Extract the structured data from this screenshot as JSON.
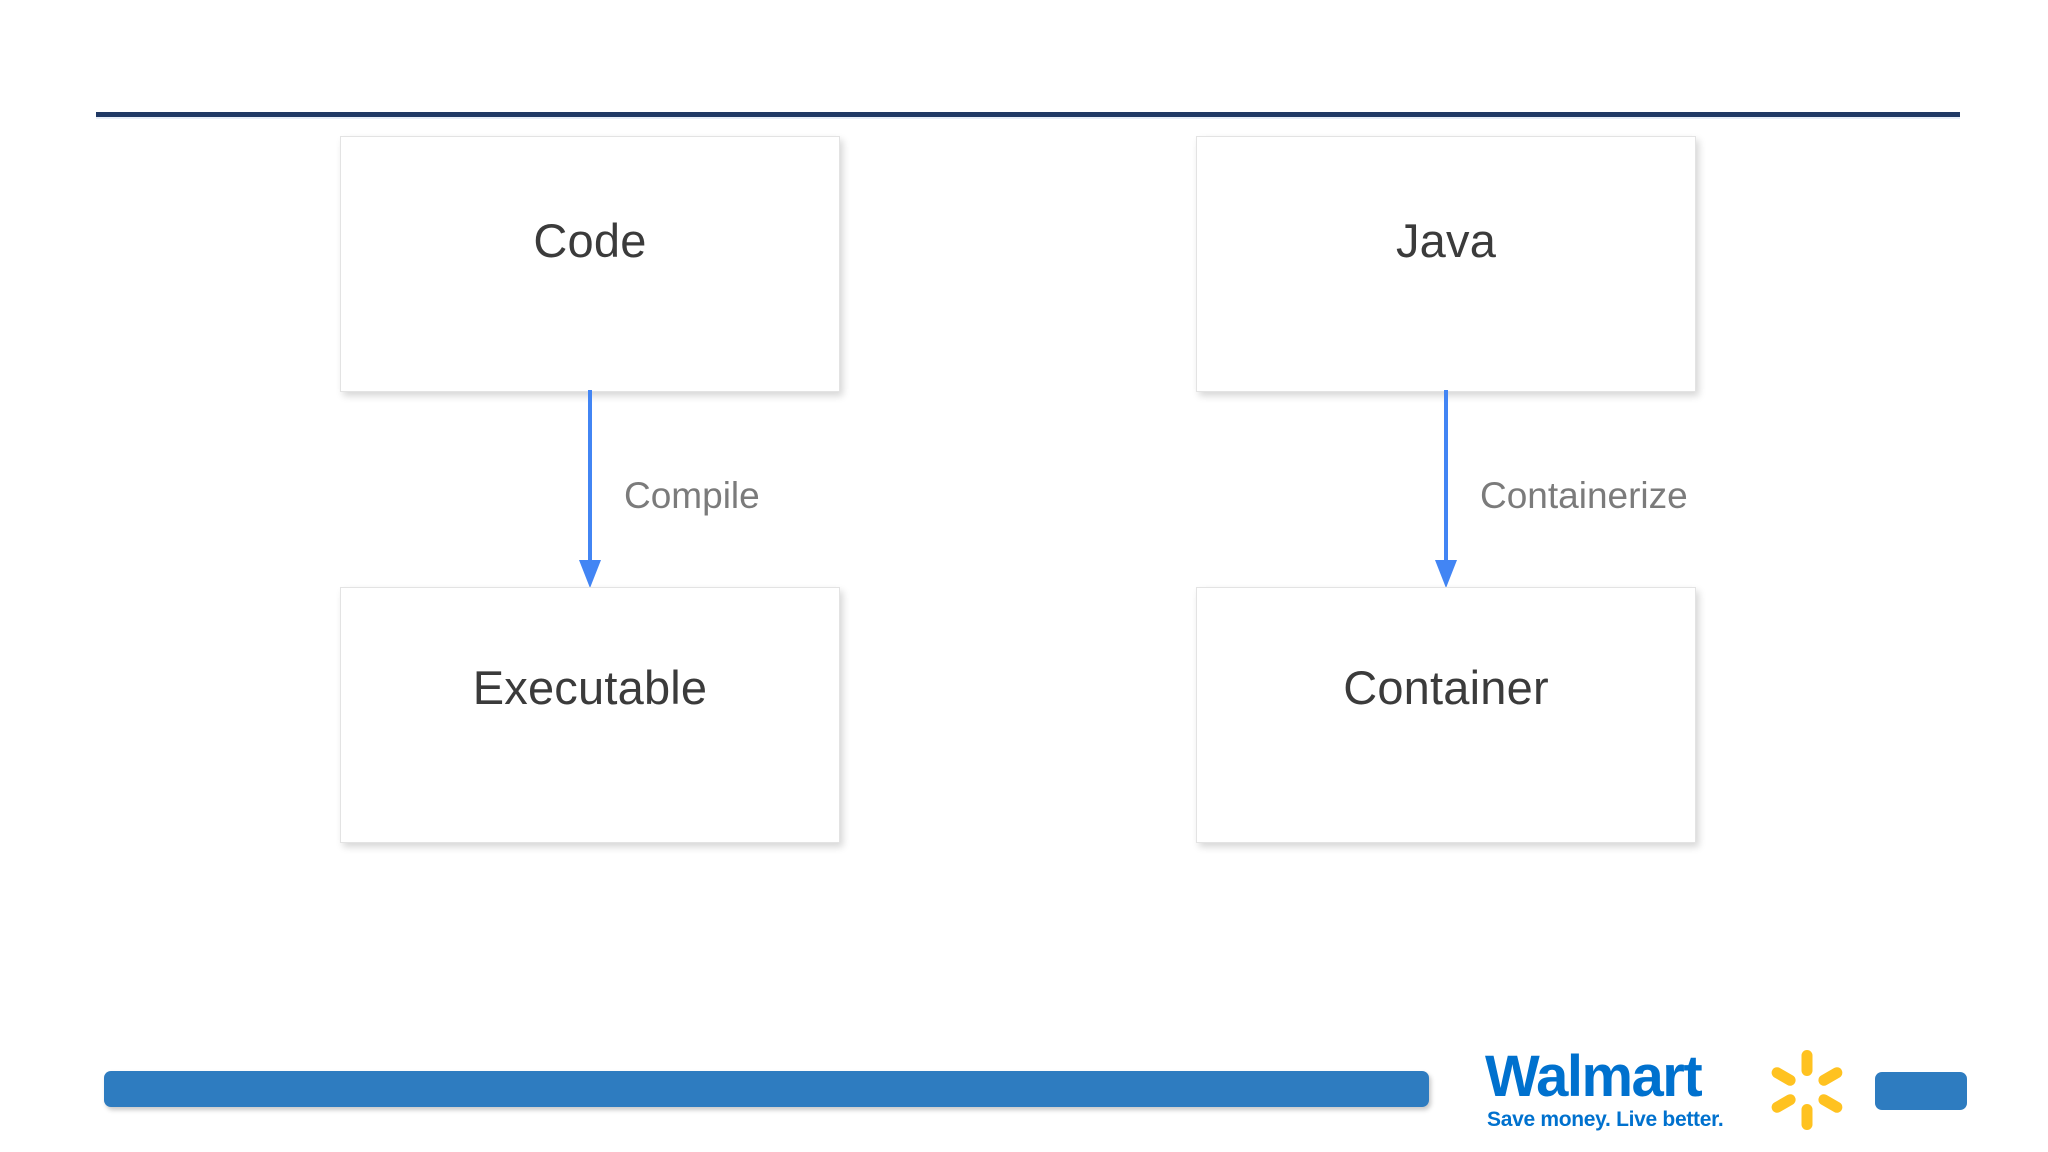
{
  "slide": {
    "background_color": "#ffffff",
    "top_rule_color": "#1F3864"
  },
  "diagram": {
    "type": "flow",
    "columns": [
      {
        "name": "left-flow",
        "from_label": "Code",
        "edge_label": "Compile",
        "to_label": "Executable"
      },
      {
        "name": "right-flow",
        "from_label": "Java",
        "edge_label": "Containerize",
        "to_label": "Container"
      }
    ],
    "node_text_color": "#3b3b3b",
    "edge_label_color": "#7b7b7b",
    "arrow_color": "#4285F4"
  },
  "footer": {
    "bar_color": "#2E7CC0",
    "logo": {
      "wordmark": "Walmart",
      "tagline": "Save money. Live better.",
      "wordmark_color": "#0071CE",
      "spark_color": "#FFC220",
      "badge_color": "#2E7CC0"
    }
  }
}
